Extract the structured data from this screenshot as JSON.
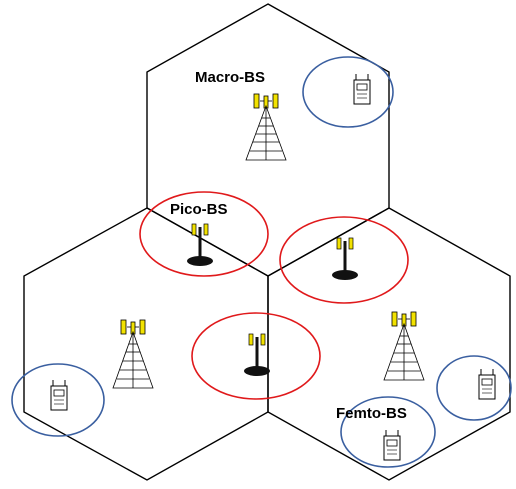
{
  "labels": {
    "macro": "Macro-BS",
    "pico": "Pico-BS",
    "femto": "Femto-BS"
  },
  "colors": {
    "cell_outline": "#000000",
    "pico_ring": "#e0191b",
    "femto_ring": "#3a5fa0",
    "antenna_panel": "#f2e200",
    "tower": "#000000",
    "background": "#ffffff"
  },
  "icons": {
    "macro_tower": "macro-base-station-icon",
    "pico_station": "pico-base-station-icon",
    "femto_device": "femto-device-icon"
  }
}
